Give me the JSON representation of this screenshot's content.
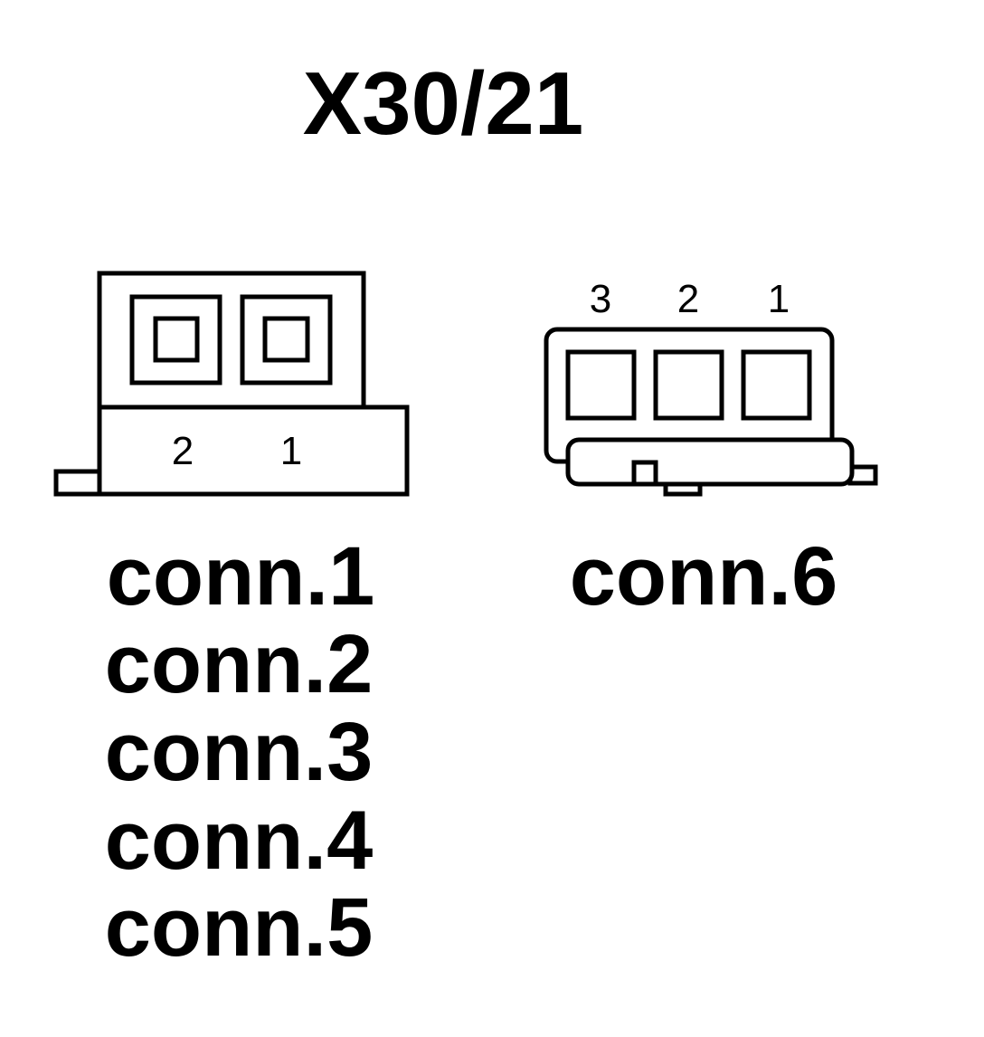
{
  "title": "X30/21",
  "connector_2pin": {
    "pins": [
      "2",
      "1"
    ],
    "labels": [
      "conn.1",
      "conn.2",
      "conn.3",
      "conn.4",
      "conn.5"
    ]
  },
  "connector_3pin": {
    "pins": [
      "3",
      "2",
      "1"
    ],
    "labels": [
      "conn.6"
    ]
  },
  "colors": {
    "line": "#000000",
    "background": "#ffffff"
  }
}
